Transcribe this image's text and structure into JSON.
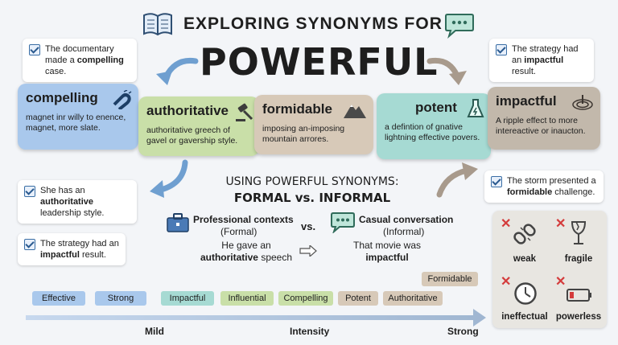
{
  "header": {
    "line1": "EXPLORING SYNONYMS FOR",
    "line2": "POWERFUL"
  },
  "notes": {
    "n1": {
      "pre": "The documentary made a ",
      "bold": "compelling",
      "post": " case."
    },
    "n2": {
      "pre": "The strategy had an ",
      "bold": "impactful",
      "post": " result."
    },
    "n3": {
      "pre": "She has an ",
      "bold": "authoritative",
      "post": " leadership style."
    },
    "n4": {
      "pre": "The storm presented a ",
      "bold": "formidable",
      "post": " challenge."
    },
    "n5": {
      "pre": "The strategy had an ",
      "bold": "impactful",
      "post": " result."
    }
  },
  "cards": [
    {
      "word": "compelling",
      "desc": "magnet inr willy to enence, magnet, more slate.",
      "color": "#a9c8ec"
    },
    {
      "word": "authoritative",
      "desc": "authoritative greech of gavel or gavership style.",
      "color": "#c9dfa8"
    },
    {
      "word": "formidable",
      "desc": "imposing an-imposing mountain arrores.",
      "color": "#d7c9b8"
    },
    {
      "word": "potent",
      "desc": "a defintion of gnative lightning effective povers.",
      "color": "#a6dad3"
    },
    {
      "word": "impactful",
      "desc": "A ripple effect to more intereactive or inaucton.",
      "color": "#c2b8ab"
    }
  ],
  "usage": {
    "title1": "USING POWERFUL SYNONYMS:",
    "title2": "FORMAL vs. INFORMAL",
    "formal_label": "Professional contexts",
    "formal_sub": "(Formal)",
    "vs": "vs.",
    "informal_label": "Casual conversation",
    "informal_sub": "(Informal)",
    "formal_ex_pre": "He gave an",
    "formal_ex_bold": "authoritative",
    "formal_ex_post": "speech",
    "informal_ex_pre": "That movie was",
    "informal_ex_bold": "impactful"
  },
  "antonyms": [
    "weak",
    "fragile",
    "ineffectual",
    "powerless"
  ],
  "scale": {
    "words": [
      "Effective",
      "Strong",
      "Impactful",
      "Influential",
      "Compelling",
      "Potent",
      "Authoritative",
      "Formidable"
    ],
    "axis": [
      "Mild",
      "Intensity",
      "Strong"
    ],
    "colors": [
      "#a9c8ec",
      "#a9c8ec",
      "#a6dad3",
      "#c9dfa8",
      "#c9dfa8",
      "#d7c9b8",
      "#d7c9b8",
      "#d7c9b8"
    ]
  }
}
